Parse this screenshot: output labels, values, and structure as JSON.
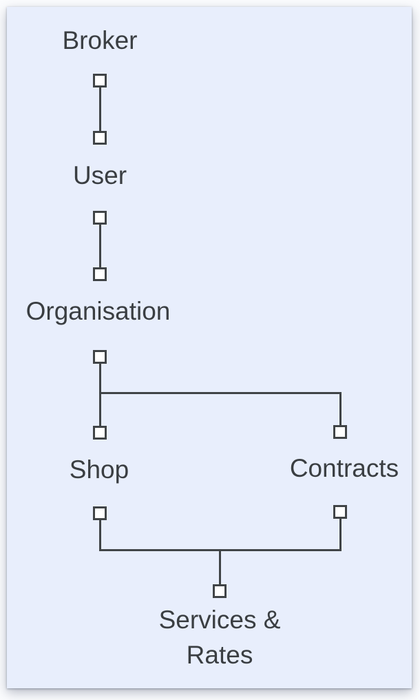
{
  "diagram": {
    "nodes": [
      {
        "id": "broker",
        "label": "Broker"
      },
      {
        "id": "user",
        "label": "User"
      },
      {
        "id": "organisation",
        "label": "Organisation"
      },
      {
        "id": "shop",
        "label": "Shop"
      },
      {
        "id": "contracts",
        "label": "Contracts"
      },
      {
        "id": "services-rates",
        "label": "Services & Rates"
      }
    ],
    "edges": [
      {
        "from": "Broker",
        "to": "User"
      },
      {
        "from": "User",
        "to": "Organisation"
      },
      {
        "from": "Organisation",
        "to": "Shop"
      },
      {
        "from": "Organisation",
        "to": "Contracts"
      },
      {
        "from": "Shop",
        "to": "Services & Rates"
      },
      {
        "from": "Contracts",
        "to": "Services & Rates"
      }
    ],
    "colors": {
      "page_background": "#fbfcfe",
      "panel_background": "#e8eefc",
      "line": "#404447",
      "text": "#3a3e42",
      "endpoint_fill": "#ffffff"
    }
  }
}
